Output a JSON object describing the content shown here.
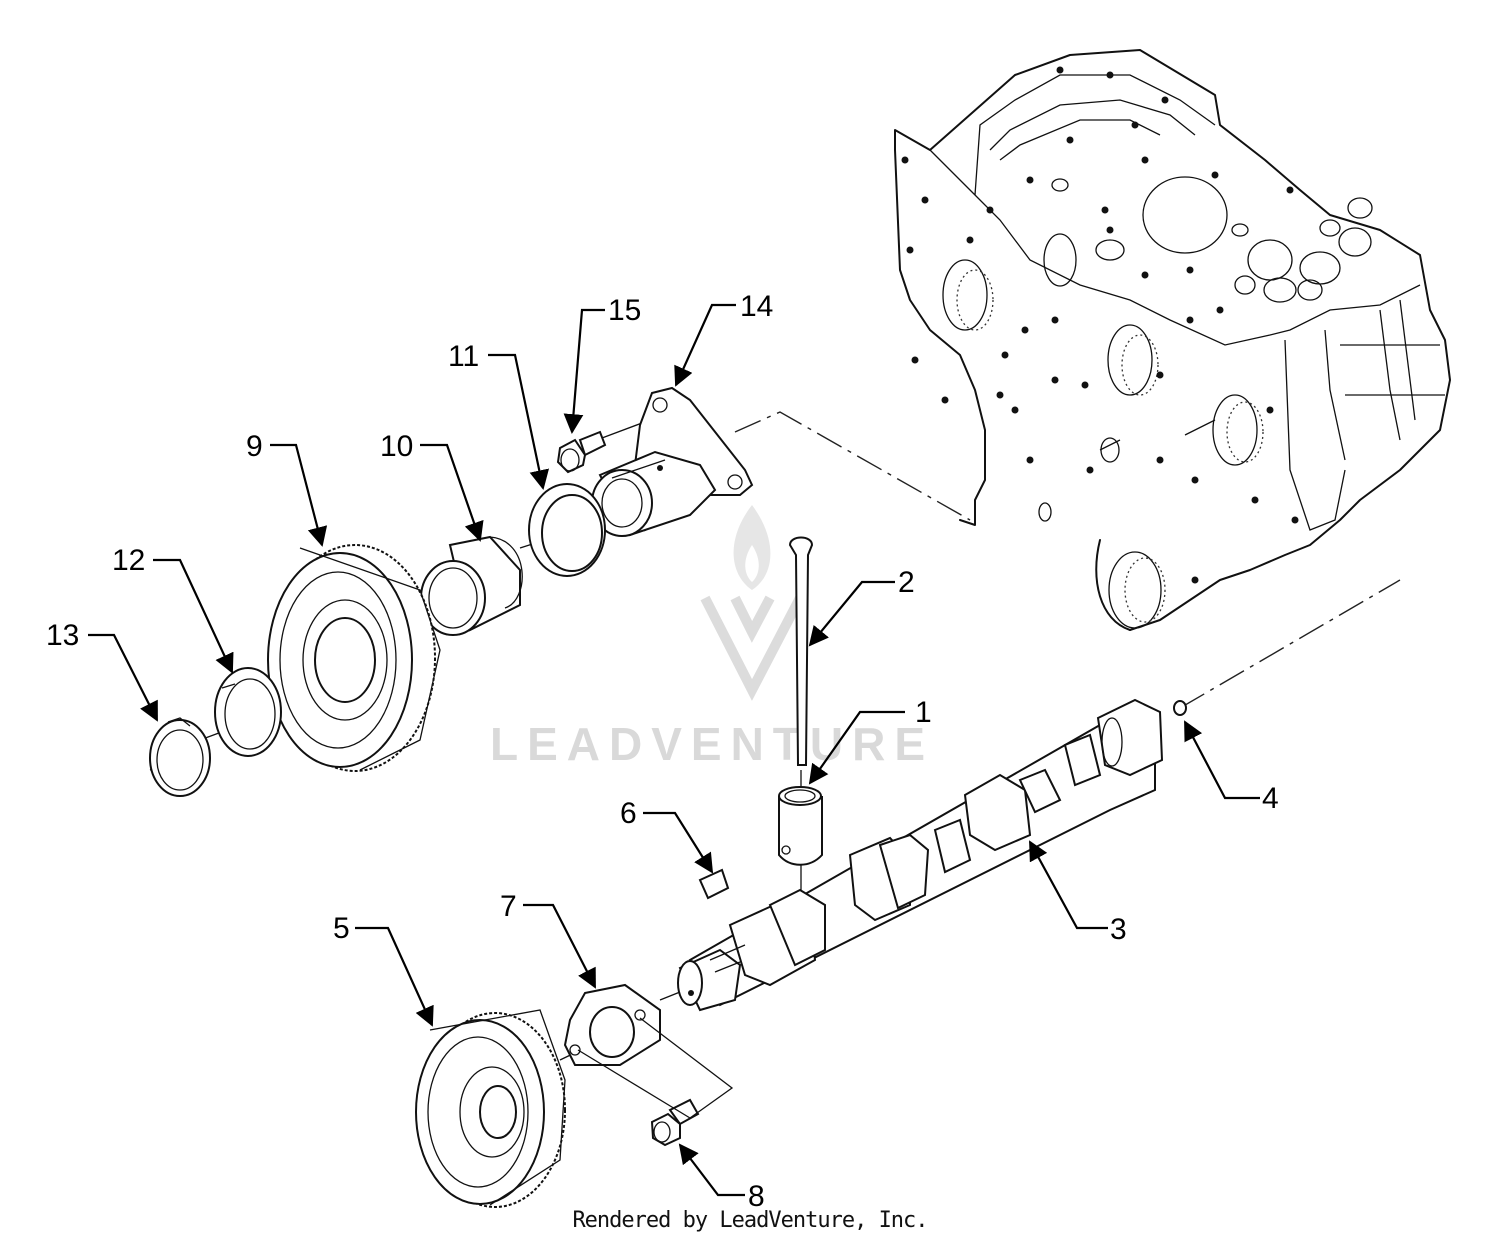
{
  "watermark": {
    "text": "LEADVENTURE"
  },
  "footer": {
    "text": "Rendered by LeadVenture, Inc."
  },
  "callouts": [
    {
      "id": "1",
      "label": "1"
    },
    {
      "id": "2",
      "label": "2"
    },
    {
      "id": "3",
      "label": "3"
    },
    {
      "id": "4",
      "label": "4"
    },
    {
      "id": "5",
      "label": "5"
    },
    {
      "id": "6",
      "label": "6"
    },
    {
      "id": "7",
      "label": "7"
    },
    {
      "id": "8",
      "label": "8"
    },
    {
      "id": "9",
      "label": "9"
    },
    {
      "id": "10",
      "label": "10"
    },
    {
      "id": "11",
      "label": "11"
    },
    {
      "id": "12",
      "label": "12"
    },
    {
      "id": "13",
      "label": "13"
    },
    {
      "id": "14",
      "label": "14"
    },
    {
      "id": "15",
      "label": "15"
    }
  ]
}
